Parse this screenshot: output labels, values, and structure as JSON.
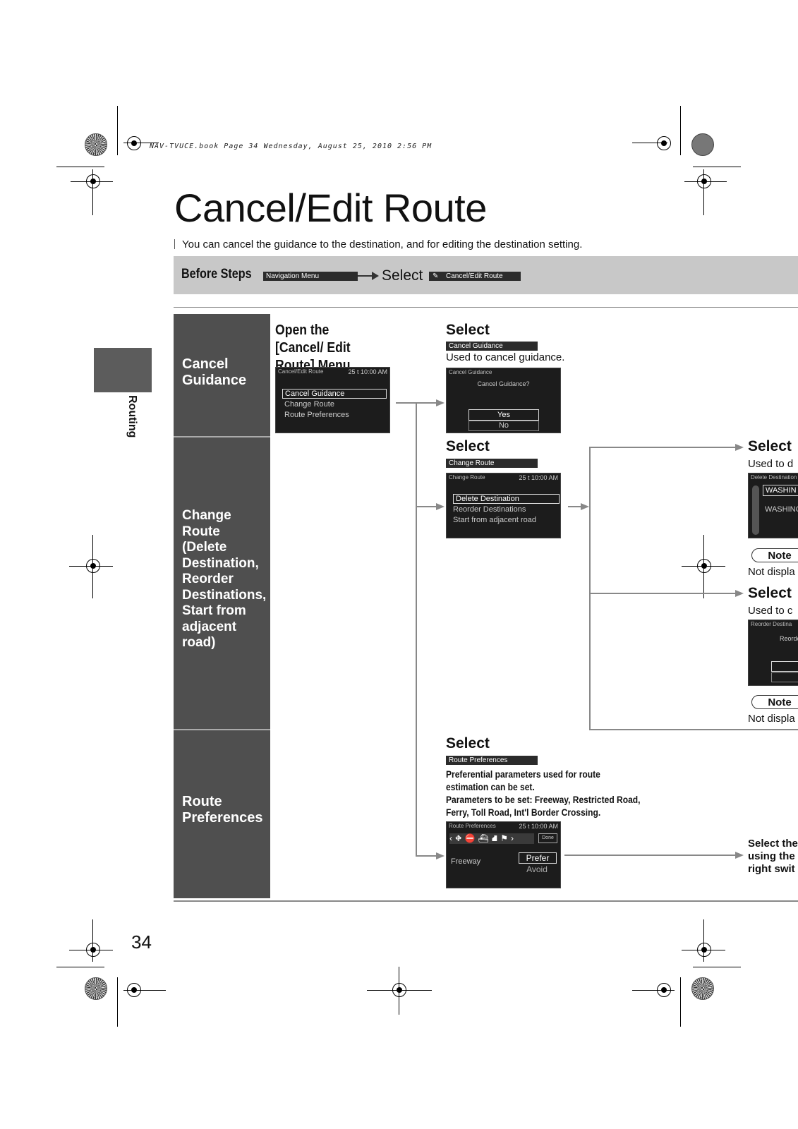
{
  "header": {
    "print_line": "NAV-TVUCE.book  Page 34  Wednesday, August 25, 2010  2:56 PM"
  },
  "page": {
    "title": "Cancel/Edit Route",
    "intro": "You can cancel the guidance to the destination, and for editing the destination setting.",
    "page_number": "34",
    "side_tab": "Routing"
  },
  "before_steps": {
    "label": "Before Steps",
    "chip1": "Navigation Menu",
    "select": "Select",
    "chip2": "Cancel/Edit Route"
  },
  "rows": {
    "cancel": "Cancel Guidance",
    "change": "Change Route (Delete Destination, Reorder Destinations, Start from adjacent road)",
    "prefs": "Route Preferences"
  },
  "open_menu": {
    "title": "Open the [Cancel/ Edit Route] Menu",
    "screen": {
      "title": "Cancel/Edit Route",
      "clock": "25 t 10:00 AM",
      "items": [
        "Cancel Guidance",
        "Change Route",
        "Route Preferences"
      ]
    }
  },
  "cancel_col": {
    "select": "Select",
    "chip": "Cancel Guidance",
    "desc": "Used to cancel guidance.",
    "screen": {
      "title": "Cancel Guidance",
      "question": "Cancel Guidance?",
      "yes": "Yes",
      "no": "No"
    }
  },
  "change_col": {
    "select": "Select",
    "chip": "Change Route",
    "screen": {
      "title": "Change Route",
      "clock": "25 t 10:00 AM",
      "items": [
        "Delete Destination",
        "Reorder Destinations",
        "Start from adjacent road"
      ]
    }
  },
  "right_col": {
    "select1": "Select",
    "desc1": "Used to d",
    "screen1": {
      "title": "Delete Destination",
      "item1": "WASHIN",
      "item2": "WASHING"
    },
    "note1": "Note",
    "note1_text": "Not displa",
    "select2": "Select",
    "desc2": "Used to c",
    "screen2": {
      "title": "Reorder Destina",
      "text": "Reorde"
    },
    "note2": "Note",
    "note2_text": "Not displa",
    "final_text": [
      "Select the",
      "using the",
      "right swit"
    ]
  },
  "prefs_col": {
    "select": "Select",
    "chip": "Route Preferences",
    "desc": [
      "Preferential parameters used for route",
      "estimation can be set.",
      "Parameters to be set: Freeway, Restricted Road,",
      "Ferry, Toll Road, Int'l Border Crossing."
    ],
    "screen": {
      "title": "Route Preferences",
      "clock": "25 t 10:00 AM",
      "done": "Done",
      "row_label": "Freeway",
      "prefer": "Prefer",
      "avoid": "Avoid"
    }
  }
}
